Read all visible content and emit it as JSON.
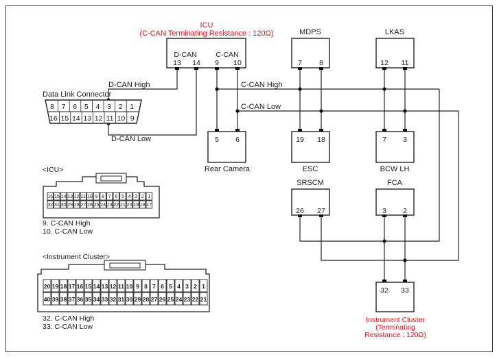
{
  "icu": {
    "title": "ICU",
    "subtitle": "(C-CAN Terminating Resistance : 120Ω)",
    "group_dcan": "D-CAN",
    "group_ccan": "C-CAN",
    "pins": [
      "13",
      "14",
      "9",
      "10"
    ]
  },
  "mdps": {
    "name": "MDPS",
    "pins": [
      "7",
      "8"
    ]
  },
  "lkas": {
    "name": "LKAS",
    "pins": [
      "12",
      "11"
    ]
  },
  "rear_camera": {
    "name": "Rear Camera",
    "pins": [
      "5",
      "6"
    ]
  },
  "esc": {
    "name": "ESC",
    "pins": [
      "19",
      "18"
    ]
  },
  "bcw_lh": {
    "name": "BCW LH",
    "pins": [
      "7",
      "3"
    ]
  },
  "srscm": {
    "name": "SRSCM",
    "pins": [
      "26",
      "27"
    ]
  },
  "fca": {
    "name": "FCA",
    "pins": [
      "3",
      "2"
    ]
  },
  "instrument_cluster_box": {
    "pins": [
      "32",
      "33"
    ],
    "label_line1": "Instrument Cluster",
    "label_line2": "(Terminating",
    "label_line3": "Resistance : 120Ω)"
  },
  "dlc": {
    "name": "Data Link Connector",
    "row_top": [
      "8",
      "7",
      "6",
      "5",
      "4",
      "3",
      "2",
      "1"
    ],
    "row_bottom": [
      "16",
      "15",
      "14",
      "13",
      "12",
      "11",
      "10",
      "9"
    ]
  },
  "wires": {
    "dcan_high": "D-CAN High",
    "dcan_low": "D-CAN Low",
    "ccan_high": "C-CAN High",
    "ccan_low": "C-CAN Low"
  },
  "icu_connector": {
    "title": "<ICU>",
    "row_top": [
      "16",
      "15",
      "14",
      "13",
      "12",
      "11",
      "10",
      "9",
      "8",
      "7",
      "6",
      "5",
      "4",
      "3",
      "2",
      "1"
    ],
    "row_bottom": [
      "32",
      "31",
      "30",
      "29",
      "28",
      "27",
      "26",
      "25",
      "24",
      "23",
      "22",
      "21",
      "20",
      "19",
      "18",
      "17"
    ],
    "legend": [
      "9. C-CAN High",
      "10. C-CAN Low"
    ]
  },
  "cluster_connector": {
    "title": "<Instrument Cluster>",
    "row_top": [
      "20",
      "19",
      "18",
      "17",
      "16",
      "15",
      "14",
      "13",
      "12",
      "11",
      "10",
      "9",
      "8",
      "7",
      "6",
      "5",
      "4",
      "3",
      "2",
      "1"
    ],
    "row_bottom": [
      "40",
      "39",
      "38",
      "37",
      "36",
      "35",
      "34",
      "33",
      "32",
      "31",
      "30",
      "29",
      "28",
      "27",
      "26",
      "25",
      "24",
      "23",
      "22",
      "21"
    ],
    "legend": [
      "32. C-CAN High",
      "33. C-CAN Low"
    ]
  }
}
